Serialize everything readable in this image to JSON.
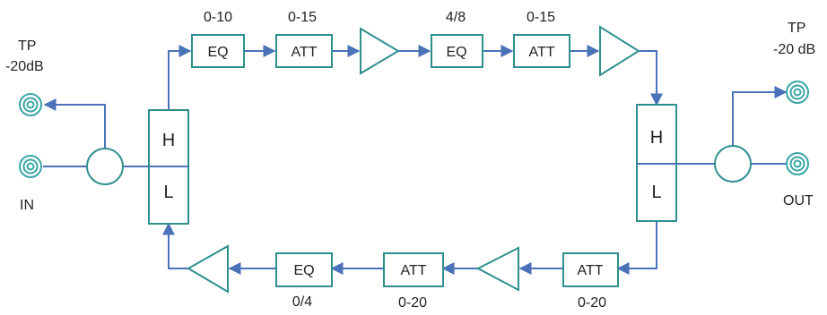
{
  "colors": {
    "block_stroke": "#2f8f8f",
    "signal_line": "#4a72b8",
    "connector": "#3aa6a6"
  },
  "ports": {
    "tp_in": {
      "line1": "TP",
      "line2": "-20dB"
    },
    "in": "IN",
    "tp_out": {
      "line1": "TP",
      "line2": "-20 dB"
    },
    "out": "OUT"
  },
  "diplexer_left": {
    "high": "H",
    "low": "L"
  },
  "diplexer_right": {
    "high": "H",
    "low": "L"
  },
  "forward_path": {
    "eq1": {
      "label": "EQ",
      "range": "0-10"
    },
    "att1": {
      "label": "ATT",
      "range": "0-15"
    },
    "eq2": {
      "label": "EQ",
      "range": "4/8"
    },
    "att2": {
      "label": "ATT",
      "range": "0-15"
    }
  },
  "return_path": {
    "att_right": {
      "label": "ATT",
      "range": "0-20"
    },
    "att_mid": {
      "label": "ATT",
      "range": "0-20"
    },
    "eq": {
      "label": "EQ",
      "range": "0/4"
    }
  }
}
